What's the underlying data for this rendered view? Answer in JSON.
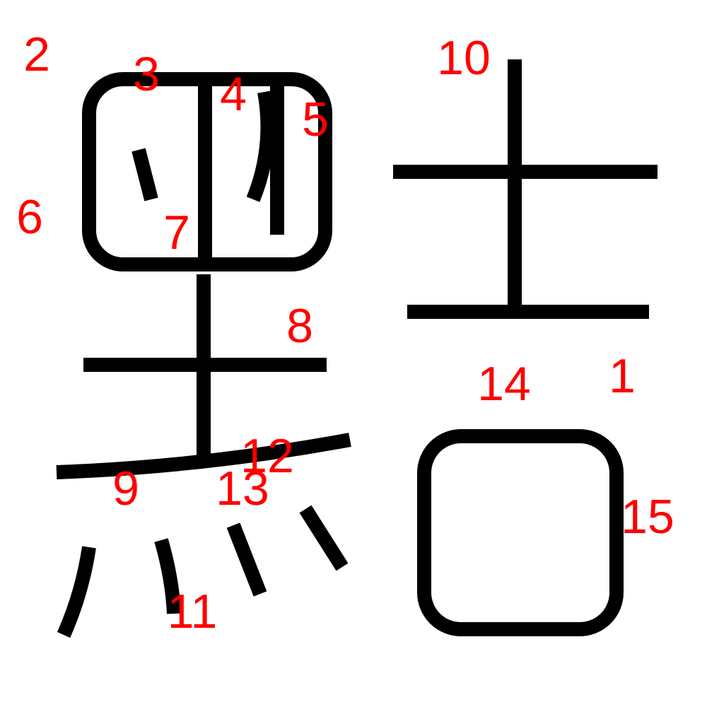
{
  "character": {
    "ink_color": "#000000",
    "label_color": "#ff0000",
    "stroke_numbers": [
      "1",
      "2",
      "3",
      "4",
      "5",
      "6",
      "7",
      "8",
      "9",
      "10",
      "11",
      "12",
      "13",
      "14",
      "15"
    ]
  }
}
